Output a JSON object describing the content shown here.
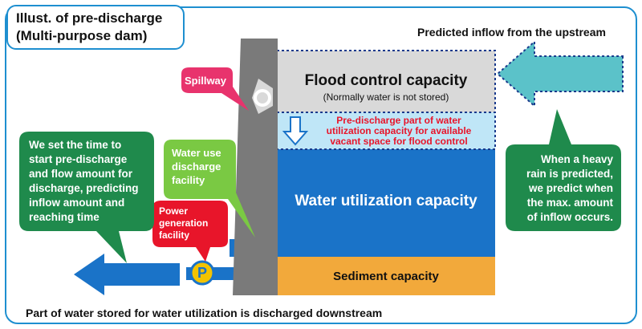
{
  "title": {
    "line1": "Illust. of pre-discharge",
    "line2": "(Multi-purpose dam)"
  },
  "top_note": "Predicted inflow from the upstream",
  "bottom_note": "Part of water stored for water utilization is discharged downstream",
  "zones": {
    "flood": {
      "title": "Flood control capacity",
      "subtitle": "(Normally water is not stored)"
    },
    "predischarge": {
      "lines": [
        "Pre-discharge part of water",
        "utilization capacity for available",
        "vacant space for flood control"
      ]
    },
    "water": {
      "title": "Water utilization capacity"
    },
    "sediment": {
      "title": "Sediment capacity"
    }
  },
  "bubbles": {
    "spillway": "Spillway",
    "water_use": [
      "Water use",
      "discharge",
      "facility"
    ],
    "power": [
      "Power",
      "generation",
      "facility"
    ],
    "left": [
      "We set the time to",
      "start pre-discharge",
      "and flow amount for",
      "discharge, predicting",
      "inflow amount and",
      "reaching time"
    ],
    "right": [
      "When a heavy",
      "rain is predicted,",
      "we predict when",
      "the max. amount",
      "of inflow occurs."
    ]
  },
  "pump_label": "P",
  "colors": {
    "frame": "#1e8fd0",
    "flood": "#d9d9d9",
    "predischarge": "#bfe6f7",
    "water": "#1a73c8",
    "sediment": "#f2a93b",
    "dam": "#7a7a7a",
    "inflow_arrow": "#5bc2c9",
    "outflow_arrow": "#1a73c8",
    "bubble_green": "#1f8a4c",
    "bubble_lime": "#7ac943",
    "bubble_pink": "#e8336d",
    "bubble_red": "#e8152a",
    "pump": "#f3c300"
  }
}
